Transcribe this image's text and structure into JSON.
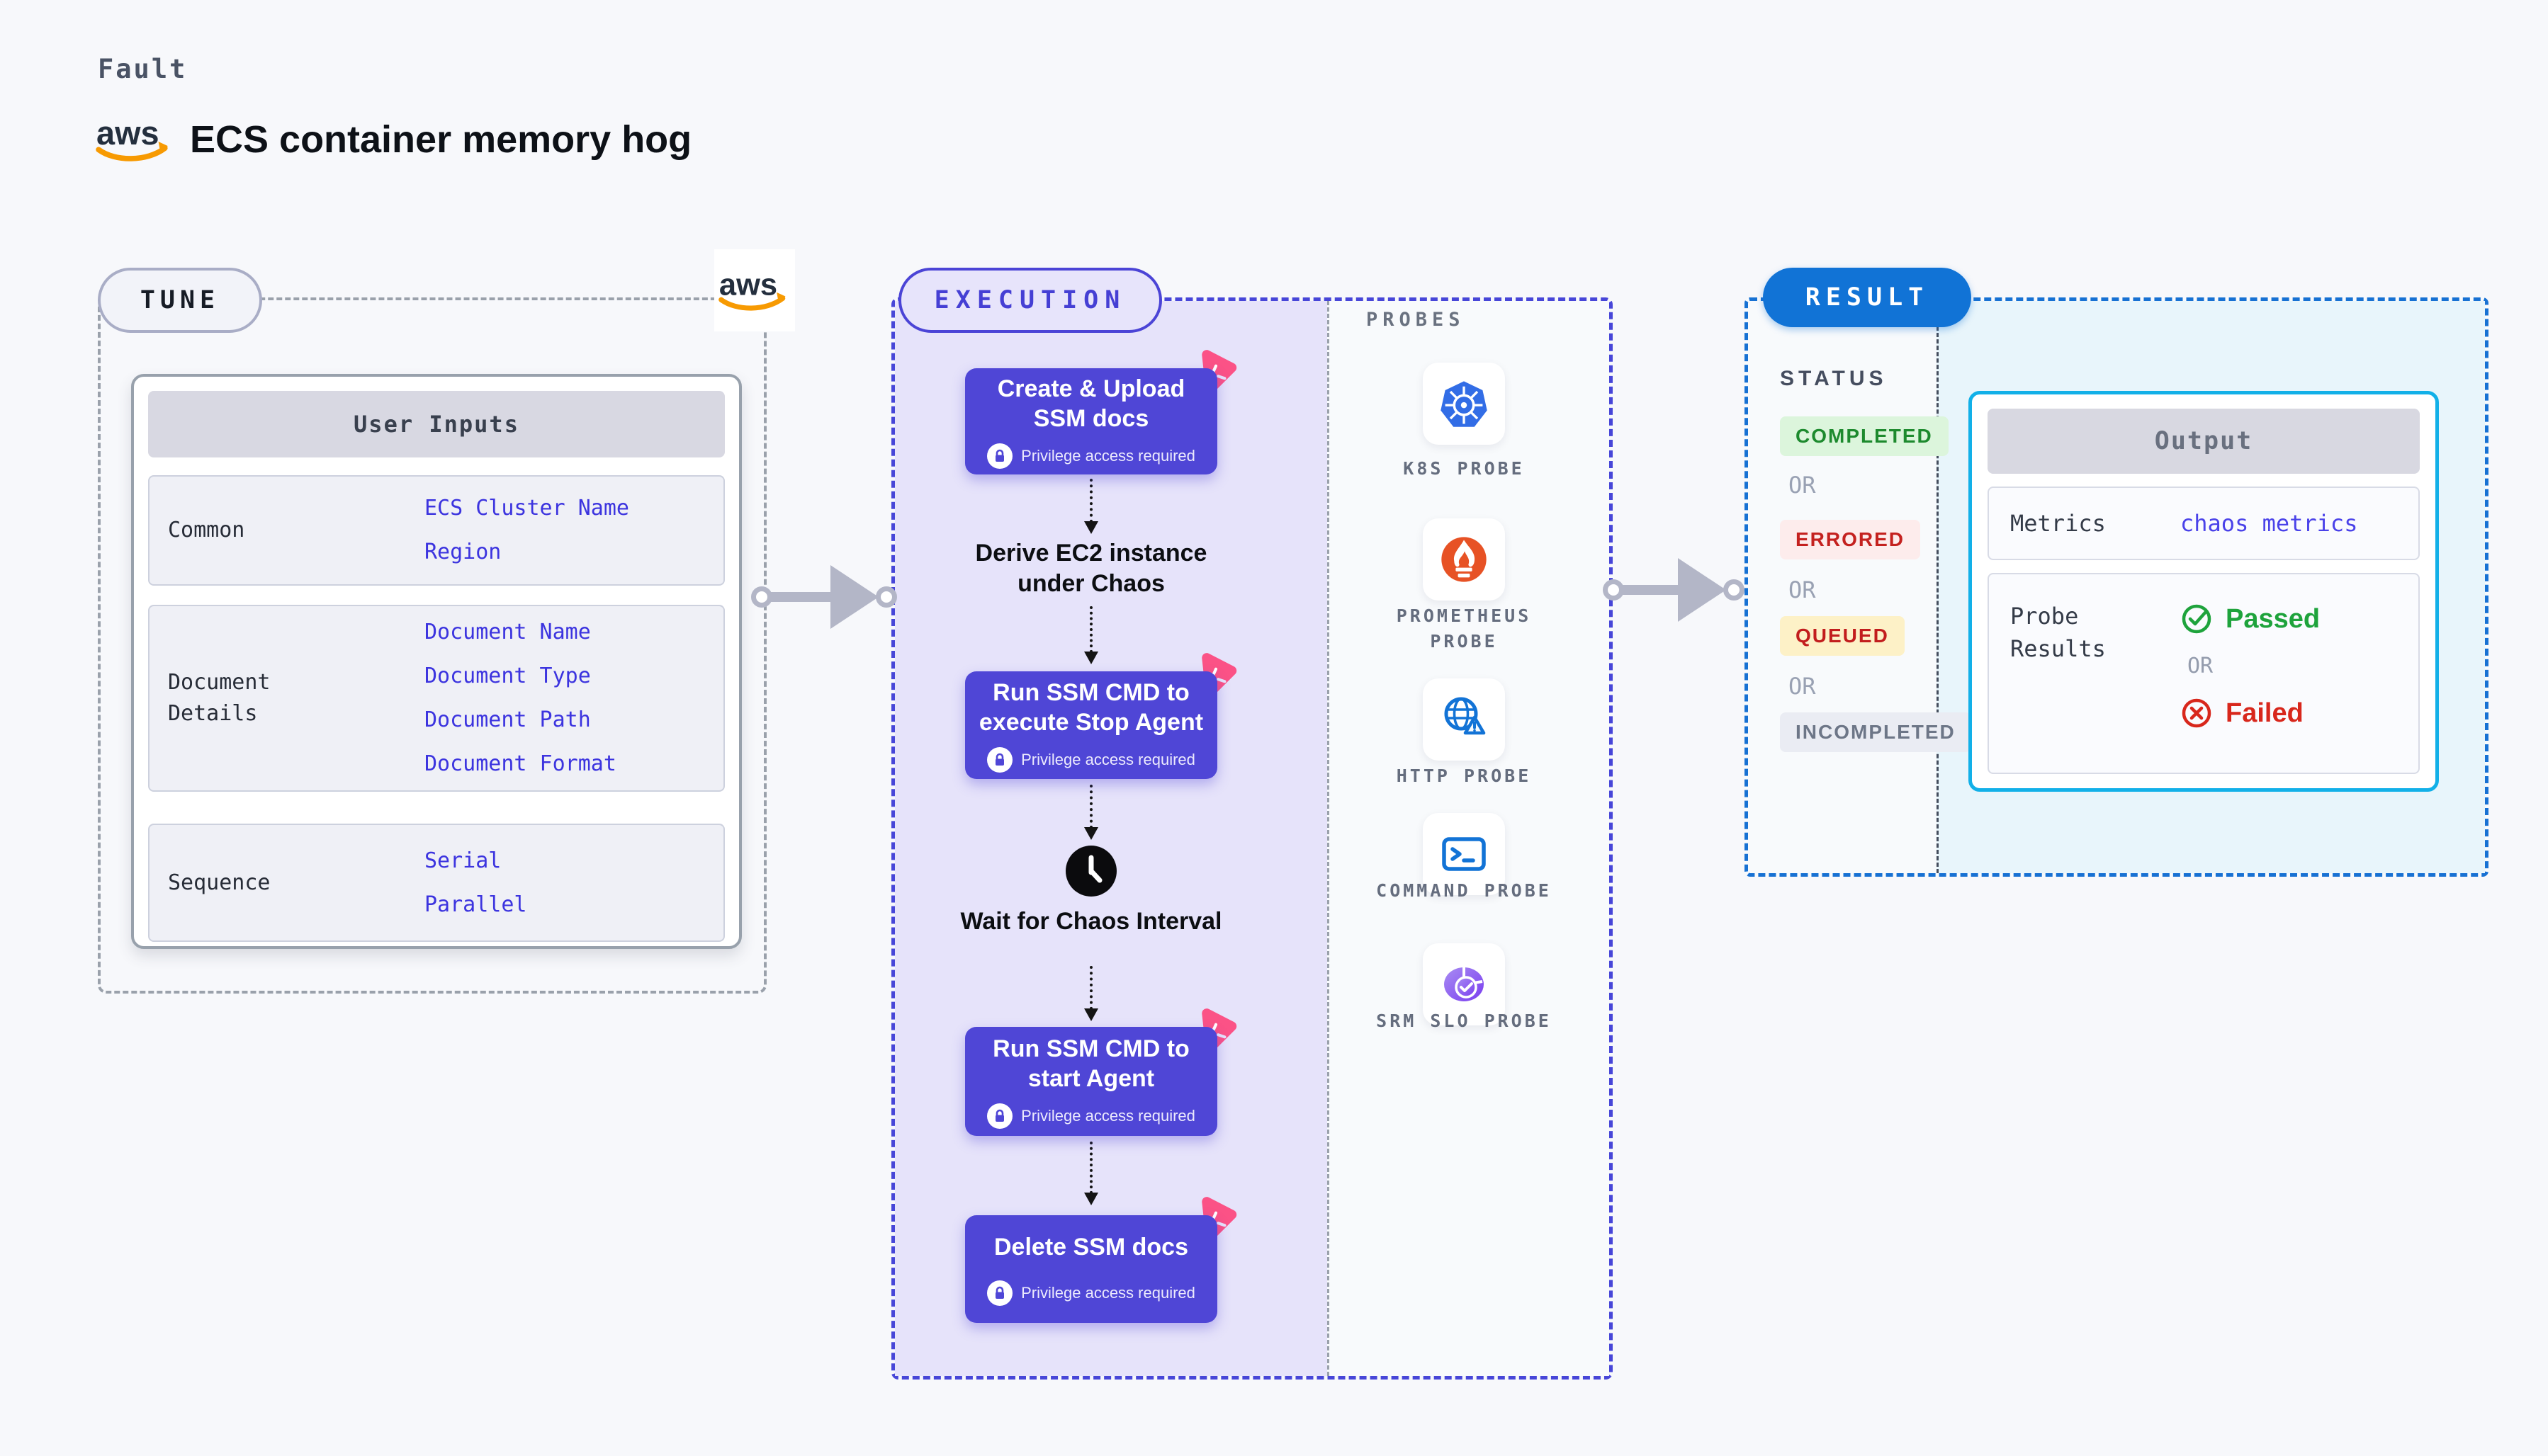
{
  "header": {
    "kind_label": "Fault",
    "title": "ECS container memory hog",
    "aws_logo_text": "aws"
  },
  "tune": {
    "label": "TUNE",
    "user_inputs": {
      "title": "User Inputs",
      "rows": [
        {
          "label": "Common",
          "values": [
            "ECS Cluster Name",
            "Region"
          ]
        },
        {
          "label": "Document Details",
          "values": [
            "Document Name",
            "Document Type",
            "Document Path",
            "Document Format"
          ]
        },
        {
          "label": "Sequence",
          "values": [
            "Serial",
            "Parallel"
          ]
        }
      ]
    }
  },
  "execution": {
    "label": "EXECUTION",
    "privilege_note": "Privilege access required",
    "steps": [
      {
        "type": "card",
        "title": "Create & Upload SSM docs"
      },
      {
        "type": "text",
        "title": "Derive EC2 instance under Chaos"
      },
      {
        "type": "card",
        "title": "Run SSM CMD to execute Stop Agent"
      },
      {
        "type": "wait",
        "title": "Wait for Chaos Interval"
      },
      {
        "type": "card",
        "title": "Run SSM CMD to start Agent"
      },
      {
        "type": "card",
        "title": "Delete SSM docs"
      }
    ],
    "probes": {
      "label": "PROBES",
      "items": [
        {
          "name": "K8S PROBE",
          "icon": "kubernetes-icon"
        },
        {
          "name": "PROMETHEUS PROBE",
          "icon": "prometheus-icon"
        },
        {
          "name": "HTTP PROBE",
          "icon": "http-globe-icon"
        },
        {
          "name": "COMMAND PROBE",
          "icon": "command-terminal-icon"
        },
        {
          "name": "SRM SLO PROBE",
          "icon": "srm-slo-icon"
        }
      ]
    }
  },
  "result": {
    "label": "RESULT",
    "status": {
      "label": "STATUS",
      "or_label": "OR",
      "items": [
        {
          "text": "COMPLETED",
          "fg": "#1d8a2e",
          "bg": "#dcf5dc"
        },
        {
          "text": "ERRORED",
          "fg": "#c4211f",
          "bg": "#fdecec"
        },
        {
          "text": "QUEUED",
          "fg": "#c21d1d",
          "bg": "#fdf1c7"
        },
        {
          "text": "INCOMPLETED",
          "fg": "#6d7687",
          "bg": "#eaecf3"
        }
      ]
    },
    "output": {
      "title": "Output",
      "metrics_label": "Metrics",
      "metrics_value": "chaos metrics",
      "probe_results_label": "Probe Results",
      "passed": "Passed",
      "or": "OR",
      "failed": "Failed"
    }
  },
  "colors": {
    "accent_indigo": "#4f46d6",
    "lavender_panel": "#e6e3fa",
    "pink_badge": "#fb5286",
    "result_blue": "#1173d6",
    "output_border_cyan": "#12b0e8",
    "aws_orange": "#f79a02",
    "arrow_gray": "#b3b6c7"
  }
}
